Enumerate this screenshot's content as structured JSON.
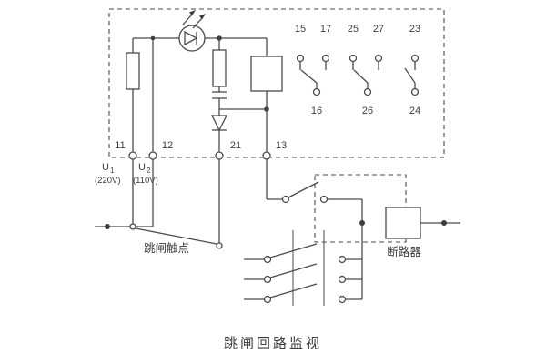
{
  "title": "跳闸回路监视",
  "labels": {
    "trip_contact": "跳闸触点",
    "circuit_breaker": "断路器",
    "u1_symbol": "U",
    "u1_sub": "1",
    "u1_voltage": "(220V)",
    "u2_symbol": "U",
    "u2_sub": "2",
    "u2_voltage": "(110V)"
  },
  "terminals": {
    "t11": "11",
    "t12": "12",
    "t13": "13",
    "t21": "21",
    "t15": "15",
    "t16": "16",
    "t17": "17",
    "t23": "23",
    "t24": "24",
    "t25": "25",
    "t26": "26",
    "t27": "27"
  },
  "colors": {
    "line": "#4a4a4a",
    "text": "#3d3d3d",
    "background": "#ffffff"
  }
}
